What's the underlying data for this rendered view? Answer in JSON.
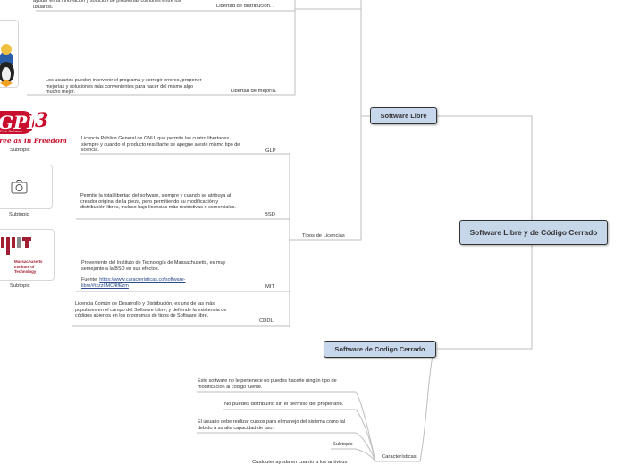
{
  "root": {
    "label": "Software Libre y de Código Cerrado"
  },
  "software_libre": {
    "label": "Software Libre",
    "top_items": [
      {
        "desc": "ayudar en la innovación y solución de problemas comunes entre los usuarios.",
        "name": "Libertad de distribución. ."
      },
      {
        "desc": "Los usuarios pueden intervenir el programa y corregir errores, proponer mejorías y soluciones más convenientes para hacer del mismo algo mucho mejor.",
        "name": "Libertad de mejoría."
      }
    ],
    "tipos_label": "Tipos de Licencias",
    "licenses": [
      {
        "logo_text": "GPL",
        "logo_num": "3",
        "logo_tag": "Free as in Freedom",
        "logo_small": "Free Software",
        "subtopic": "Subtopic",
        "desc": "Licencia Pública General de GNU, que permite las cuatro libertades siempre y cuando el producto resultante se apegue a este mismo tipo de licencia.",
        "name": "GLP"
      },
      {
        "subtopic": "Subtopic",
        "desc": "Permite la total libertad del software, siempre y cuando se atribuya al creador original de la pieza, pero permitiendo su modificación y distribución libres, incluso bajo licencias más restrictivas o comerciales.",
        "name": "BSD"
      },
      {
        "logo_text": "MIT",
        "logo_caption": [
          "Massachusetts",
          "Institute of",
          "Technology"
        ],
        "subtopic": "Subtopic",
        "desc": "Proveniente del Instituto de Tecnología de Massachusetts, es muy semejante a la BSD en sus efectos.",
        "source_label": "Fuente:",
        "source_link": "https://www.caracteristicas.co/software-libre/#ixzz6MC4lfEzm",
        "name": "MIT"
      },
      {
        "desc": "Licencia Común de Desarrollo y Distribución, es una de las más populares en el campo del Software Libre, y defiende la existencia de códigos abiertos en los programas de tipos de Software libre.",
        "name": "CDDL."
      }
    ]
  },
  "software_cerrado": {
    "label": "Software de Codigo Cerrado",
    "caracteristicas_label": "Características",
    "items": [
      "Este software no le pertenece no puedes hacerle ningún tipo de modificación al código fuente.",
      "No puedes distribuirlo sin el permiso del propietario.",
      "El usuario debe realizar cursos para el manejo del sistema como tal debido a su alta capacidad de uso.",
      "Subtopic",
      "Cualquier ayuda en cuanto a los antivirus"
    ]
  },
  "colors": {
    "node_fill": "#c8d8ec",
    "line": "#b9b9b9",
    "gpl_red": "#c8102e",
    "mit_red": "#a31f34"
  }
}
